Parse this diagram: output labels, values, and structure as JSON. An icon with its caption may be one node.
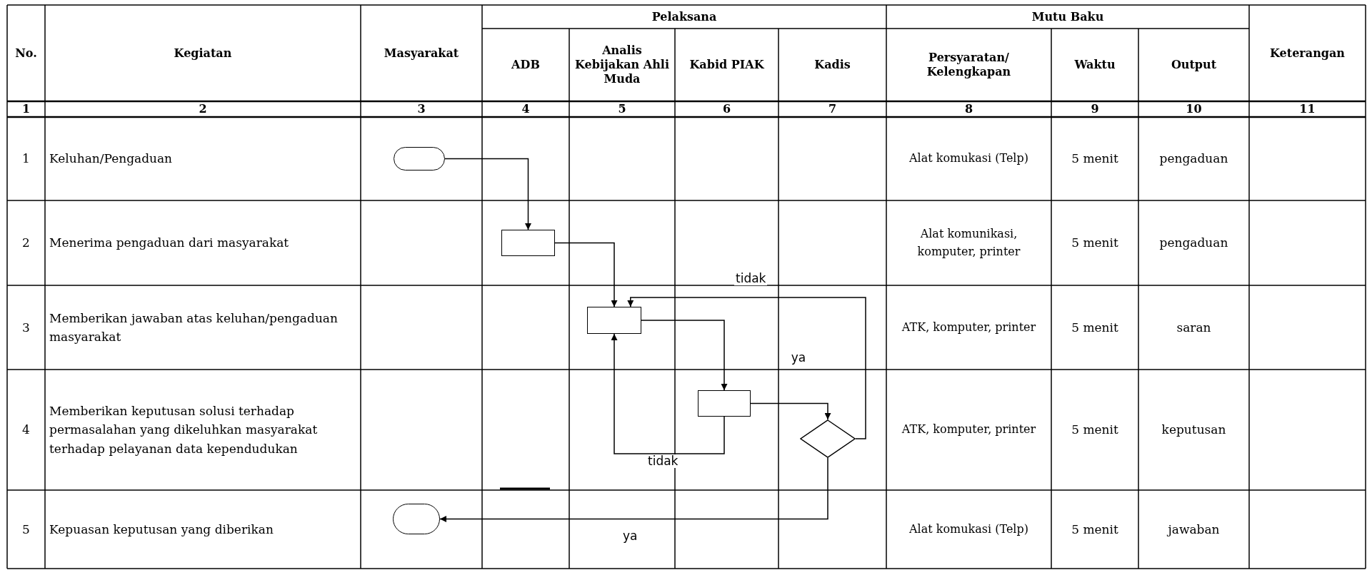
{
  "diagram": {
    "nodes": [
      {
        "text": [],
        "shape": "oval"
      },
      {
        "text": [],
        "shape": "box"
      },
      {
        "text": [],
        "shape": "box"
      },
      {
        "text": [],
        "shape": "box"
      },
      {
        "text": [],
        "shape": "diamond"
      },
      {
        "text": [],
        "shape": "oval"
      }
    ],
    "edges": [
      {
        "from": 0,
        "to": 1,
        "arrow": "to"
      },
      {
        "from": 1,
        "to": 2,
        "arrow": "to"
      },
      {
        "from": 2,
        "to": 3,
        "arrow": "to"
      },
      {
        "from": 3,
        "to": 2,
        "arrow": "to",
        "label": "tidak"
      },
      {
        "from": 3,
        "to": 4,
        "arrow": "to"
      },
      {
        "from": 4,
        "to": 2,
        "arrow": "to",
        "label": "tidak"
      },
      {
        "from": 4,
        "to": 5,
        "arrow": "to",
        "label": "ya"
      }
    ],
    "labels": [
      "No.",
      "Kegiatan",
      "Masyarakat",
      "Pelaksana",
      "Mutu Baku",
      "Keterangan",
      "ADB",
      "Analis Kebijakan Ahli Muda",
      "Kabid PIAK",
      "Kadis",
      "Persyaratan/ Kelengkapan",
      "Waktu",
      "Output",
      "1",
      "2",
      "3",
      "4",
      "5",
      "6",
      "7",
      "8",
      "9",
      "10",
      "11",
      "1",
      "Keluhan/Pengaduan",
      "Alat komukasi (Telp)",
      "5 menit",
      "pengaduan",
      "2",
      "Menerima pengaduan dari masyarakat",
      "Alat komunikasi, komputer, printer",
      "5 menit",
      "pengaduan",
      "3",
      "Memberikan jawaban atas keluhan/pengaduan masyarakat",
      "ATK, komputer, printer",
      "5 menit",
      "saran",
      "4",
      "Memberikan keputusan solusi terhadap permasalahan yang dikeluhkan masyarakat terhadap pelayanan data kependudukan",
      "ATK, komputer, printer",
      "5 menit",
      "keputusan",
      "5",
      "Kepuasan keputusan yang diberikan",
      "Alat komukasi (Telp)",
      "5 menit",
      "jawaban",
      "ya"
    ]
  }
}
